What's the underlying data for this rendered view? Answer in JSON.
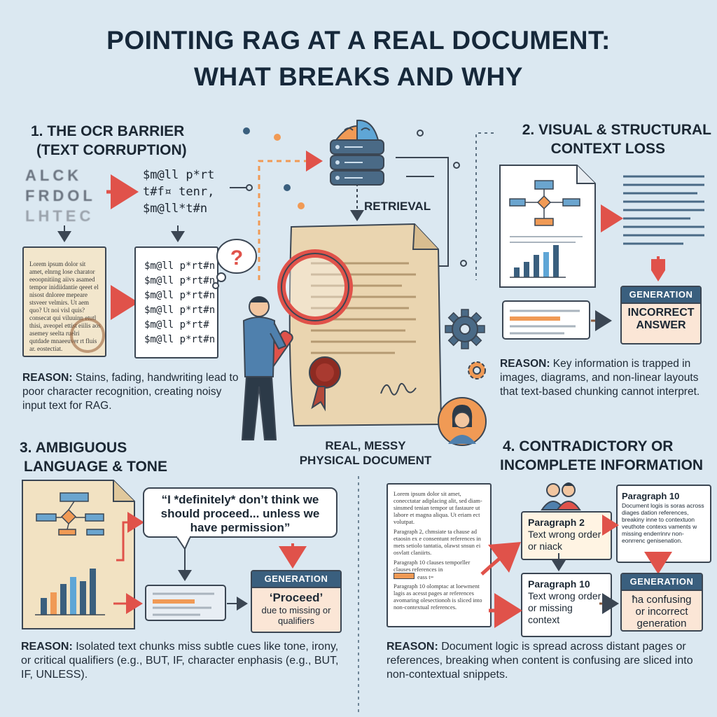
{
  "title": {
    "line1": "POINTING RAG AT A REAL DOCUMENT:",
    "line2": "WHAT BREAKS AND WHY"
  },
  "center": {
    "retrieval_label": "RETRIEVAL",
    "document_label_line1": "REAL, MESSY",
    "document_label_line2": "PHYSICAL DOCUMENT"
  },
  "section1": {
    "title_line1": "1. THE OCR BARRIER",
    "title_line2": "(TEXT CORRUPTION)",
    "blur_letters": [
      "ALCK",
      "FRDOL",
      "LHTEC"
    ],
    "ocr_lines": [
      "$m@ll p*rt",
      "t#f¤ tenr,",
      "$m@ll*t#n"
    ],
    "doc_text": "Lorem ipsum dolor sit amet, elnrng lose charator eeoopnitiing aiivs asamed tempor inidiidantie qeeet el nisost dnloree mepeare stsveer velmirs. Ut aem quo? Ut noi visl quis? consecat qui viluuinn etutl thisi, aveopel ettist eiilis aos asemey seelta ruelri qutdade mnaeeuver rt fluis ar. eostectiat.",
    "noisy_lines": [
      "$m@ll p*rt#n",
      "$m@ll p*rt#n",
      "$m@ll p*rt#n",
      "$m@ll p*rt#n",
      "$m@ll p*rt#",
      "$m@ll p*rt#n"
    ],
    "reason_label": "REASON:",
    "reason_text": " Stains, fading, handwriting lead to poor character recognition, creating noisy input text for RAG."
  },
  "section2": {
    "title_line1": "2. VISUAL & STRUCTURAL",
    "title_line2": "CONTEXT LOSS",
    "gen_header": "GENERATION",
    "gen_text": "INCORRECT ANSWER",
    "reason_label": "REASON:",
    "reason_text": " Key information is trapped in images, diagrams, and non-linear layouts that text-based chunking cannot interpret."
  },
  "section3": {
    "title_line1": "3. AMBIGUOUS",
    "title_line2": "LANGUAGE & TONE",
    "quote": "“I *definitely* don’t think we should proceed... unless we have permission”",
    "gen_header": "GENERATION",
    "gen_main": "‘Proceed’",
    "gen_sub": "due to missing or qualifiers",
    "reason_label": "REASON:",
    "reason_text": " Isolated text chunks miss subtle cues like tone, irony, or critical qualifiers (e.g., BUT, IF, character enphasis (e.g., BUT, IF, UNLESS)."
  },
  "section4": {
    "title_line1": "4. CONTRADICTORY OR",
    "title_line2": "INCOMPLETE INFORMATION",
    "doc_p1": "Lorem ipsum dolor sit amet, conecctatar adiplacing alit, sed diam-sinsmed tenian tempor ut fastaure ut labore et magna aliqua. Ut eriam ect volutpat.",
    "doc_p2": "Paragraph 2, chmsiate ta chause ad etaosin ex e consentunt references in mets setiolo tantatia, olawst snsun ei osvlatt claniirts.",
    "doc_p3": "Paragraph 10 clauses temporller clauses references in",
    "doc_p3_inline": "eass t=",
    "doc_p4": "Paragraph 10 olomptac at loewment lagis as acesst pages ar references avomaring olesectionoh is sliced into non-contextual references.",
    "card_p2_title": "Paragraph 2",
    "card_p2_body": "Text wrong order or niack",
    "card_p10_title": "Paragraph 10",
    "card_p10_body": "Text wrong order or missing context",
    "card_top_title": "Paragraph 10",
    "card_top_body": "Document logis is soras across diages dation references, breakiny inne to contextuon veuthote contexs vaments w missing enderrinrv non-eonrrenc genisenation.",
    "gen_header": "GENERATION",
    "gen_text": "ħa confusing or incorrect generation",
    "reason_label": "REASON:",
    "reason_text": " Document logic is spread across distant pages or references, breaking when content is confusing are sliced into non-contextual snippets."
  },
  "colors": {
    "background": "#dbe8f1",
    "accent_red": "#e0524a",
    "accent_orange": "#f09a55",
    "navy": "#3a5f7e",
    "dark": "#1b2733"
  }
}
